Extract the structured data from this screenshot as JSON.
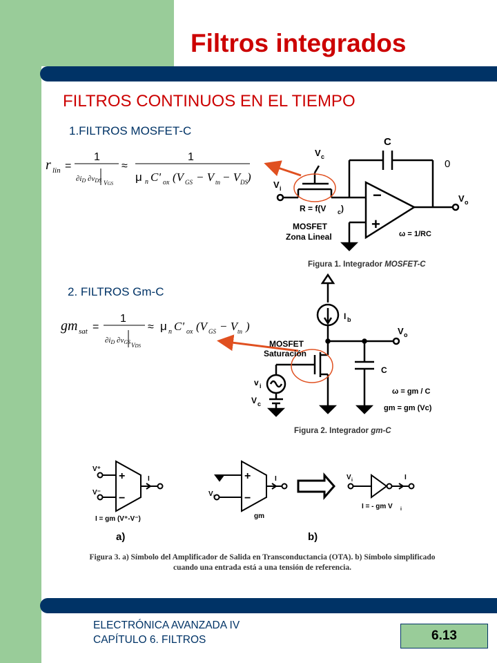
{
  "header": {
    "title": "Filtros integrados"
  },
  "subtitle": "FILTROS CONTINUOS EN EL TIEMPO",
  "sections": {
    "s1": "1.FILTROS MOSFET-C",
    "s2": "2. FILTROS Gm-C"
  },
  "figure1": {
    "caption_prefix": "Figura 1. Integrador ",
    "caption_name": "MOSFET-C",
    "labels": {
      "cap": "C",
      "vc": "V",
      "vc_sub": "c",
      "vi": "V",
      "vi_sub": "i",
      "vo": "V",
      "vo_sub": "o",
      "zero": "0",
      "r": "R = f(V",
      "r_sub": "c",
      "r_end": ")",
      "mosfet": "MOSFET",
      "zona": "Zona Lineal",
      "omega": "ω = 1/RC",
      "minus": "−",
      "plus": "+"
    }
  },
  "figure2": {
    "caption_prefix": "Figura 2. Integrador ",
    "caption_name": "gm-C",
    "labels": {
      "ib": "I",
      "ib_sub": "b",
      "vo": "V",
      "vo_sub": "o",
      "mosfet": "MOSFET",
      "sat": "Saturación",
      "cap": "C",
      "vi": "v",
      "vi_sub": "i",
      "vc": "V",
      "vc_sub": "c",
      "omega": "ω = gm / C",
      "gm": "gm = gm (Vc)"
    }
  },
  "figure3": {
    "caption_line1": "Figura 3. a) Símbolo del Amplificador de Salida en Transconductancia (OTA). b) Símbolo simplificado",
    "caption_line2": "cuando una entrada está a una tensión de referencia.",
    "a_label": "a)",
    "b_label": "b)",
    "a_eq": "I = gm (V⁺-V⁻)",
    "b_eq": "I = - gm V",
    "b_eq_sub": "i",
    "gm": "gm",
    "vplus": "V⁺",
    "vminus": "V⁻",
    "i": "I",
    "vi": "V",
    "vi_sub": "i"
  },
  "equations": {
    "rlin_lhs": "r",
    "rlin_sub": "lin",
    "gmsat_lhs": "gm",
    "gmsat_sub": "sat",
    "one": "1",
    "mu": "μ",
    "approx": "≈",
    "eq": "="
  },
  "footer": {
    "line1": "ELECTRÓNICA AVANZADA IV",
    "line2": "CAPÍTULO 6. FILTROS",
    "page": "6.13"
  },
  "colors": {
    "accent_red": "#cc0000",
    "navy": "#003366",
    "green": "#99cc99",
    "arrow": "#e05020"
  }
}
